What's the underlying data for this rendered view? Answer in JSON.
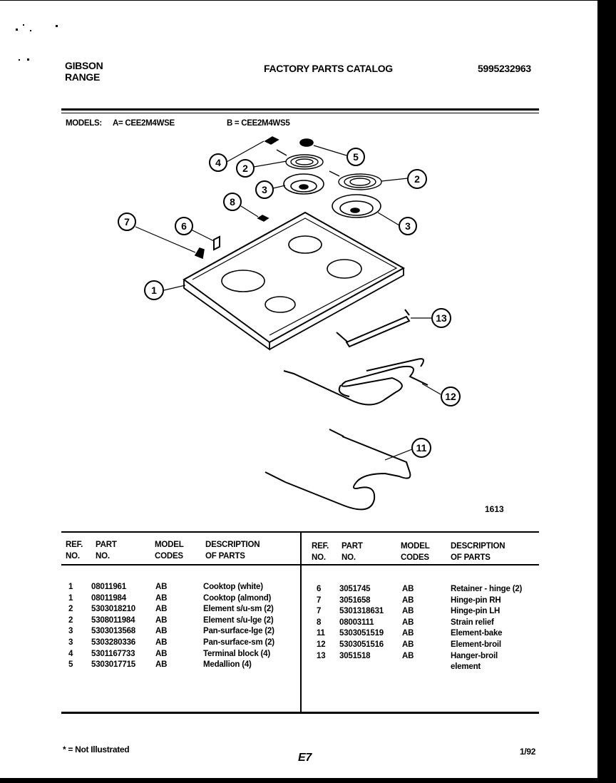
{
  "header": {
    "brand_line1": "GIBSON",
    "brand_line2": "RANGE",
    "catalog_title": "FACTORY PARTS CATALOG",
    "catalog_number": "5995232963"
  },
  "models": {
    "label": "MODELS:",
    "model_a": "A= CEE2M4WSE",
    "model_b": "B = CEE2M4WS5"
  },
  "diagram": {
    "callouts": [
      "4",
      "2",
      "3",
      "8",
      "7",
      "6",
      "1",
      "5",
      "2",
      "3",
      "13",
      "12",
      "11"
    ],
    "figure_number": "1613"
  },
  "table_headers": {
    "ref_line1": "REF.",
    "ref_line2": "NO.",
    "part_line1": "PART",
    "part_line2": "NO.",
    "model_line1": "MODEL",
    "model_line2": "CODES",
    "desc_line1": "DESCRIPTION",
    "desc_line2": "OF PARTS"
  },
  "parts_left": [
    {
      "ref": "1",
      "part": "08011961",
      "codes": "AB",
      "desc": "Cooktop (white)"
    },
    {
      "ref": "1",
      "part": "08011984",
      "codes": "AB",
      "desc": "Cooktop (almond)"
    },
    {
      "ref": "2",
      "part": "5303018210",
      "codes": "AB",
      "desc": "Element s/u-sm (2)"
    },
    {
      "ref": "2",
      "part": "5308011984",
      "codes": "AB",
      "desc": "Element s/u-lge (2)"
    },
    {
      "ref": "3",
      "part": "5303013568",
      "codes": "AB",
      "desc": "Pan-surface-lge (2)"
    },
    {
      "ref": "3",
      "part": "5303280336",
      "codes": "AB",
      "desc": "Pan-surface-sm (2)"
    },
    {
      "ref": "4",
      "part": "5301167733",
      "codes": "AB",
      "desc": "Terminal block (4)"
    },
    {
      "ref": "5",
      "part": "5303017715",
      "codes": "AB",
      "desc": "Medallion (4)"
    }
  ],
  "parts_right": [
    {
      "ref": "6",
      "part": "3051745",
      "codes": "AB",
      "desc": "Retainer - hinge (2)"
    },
    {
      "ref": "7",
      "part": "3051658",
      "codes": "AB",
      "desc": "Hinge-pin RH"
    },
    {
      "ref": "7",
      "part": "5301318631",
      "codes": "AB",
      "desc": "Hinge-pin LH"
    },
    {
      "ref": "8",
      "part": "08003111",
      "codes": "AB",
      "desc": "Strain relief"
    },
    {
      "ref": "11",
      "part": "5303051519",
      "codes": "AB",
      "desc": "Element-bake"
    },
    {
      "ref": "12",
      "part": "5303051516",
      "codes": "AB",
      "desc": "Element-broil"
    },
    {
      "ref": "13",
      "part": "3051518",
      "codes": "AB",
      "desc": "Hanger-broil"
    },
    {
      "ref": "",
      "part": "",
      "codes": "",
      "desc": "element"
    }
  ],
  "footer": {
    "note": "* = Not Illustrated",
    "page_code": "E7",
    "date": "1/92"
  }
}
